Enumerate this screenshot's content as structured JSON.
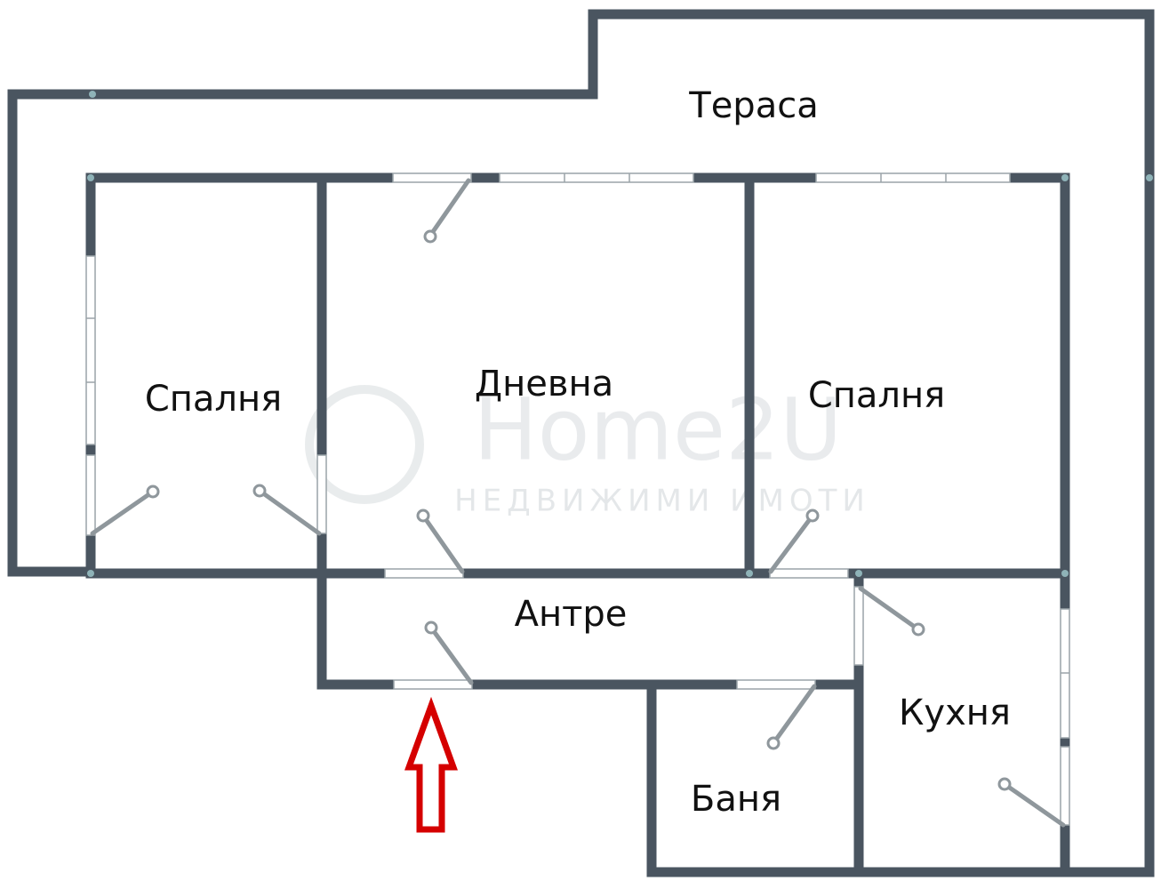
{
  "rooms": {
    "terrace": "Тераса",
    "bedroom_left": "Спалня",
    "living_room": "Дневна",
    "bedroom_right": "Спалня",
    "hallway": "Антре",
    "kitchen": "Кухня",
    "bathroom": "Баня"
  },
  "watermark": {
    "brand": "Home2U",
    "subtitle": "НЕДВИЖИМИ ИМОТИ"
  },
  "colors": {
    "wall": "#4a5560",
    "entrance_arrow": "#d50000"
  },
  "icons": {
    "entrance": "up-arrow-icon"
  }
}
